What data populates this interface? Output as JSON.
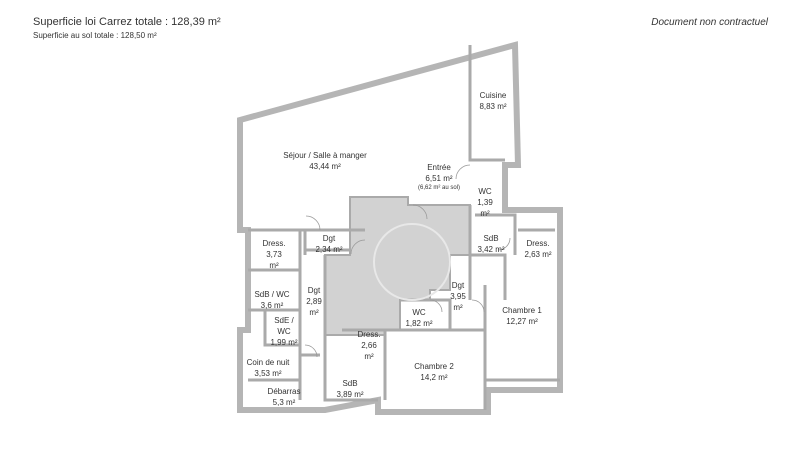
{
  "header": {
    "carrez": "Superficie loi Carrez totale : 128,39 m²",
    "sol": "Superficie au sol totale : 128,50 m²",
    "note": "Document non contractuel"
  },
  "rooms": [
    {
      "name": "Séjour / Salle à manger",
      "area": "43,44 m²"
    },
    {
      "name": "Cuisine",
      "area": "8,83 m²"
    },
    {
      "name": "Entrée",
      "area": "6,51 m²",
      "extra": "(6,62 m² au sol)"
    },
    {
      "name": "WC",
      "area": "1,39",
      "unit": "m²"
    },
    {
      "name": "Dgt",
      "area": "2,34 m²"
    },
    {
      "name": "Dress.",
      "area": "3,73",
      "unit": "m²"
    },
    {
      "name": "SdB",
      "area": "3,42 m²"
    },
    {
      "name": "Dress.",
      "area": "2,63 m²"
    },
    {
      "name": "SdB / WC",
      "area": "3,6 m²"
    },
    {
      "name": "Dgt",
      "area": "2,89",
      "unit": "m²"
    },
    {
      "name": "Dgt",
      "area": "3,95",
      "unit": "m²"
    },
    {
      "name": "Chambre 1",
      "area": "12,27 m²"
    },
    {
      "name": "WC",
      "area": "1,82 m²"
    },
    {
      "name": "SdE /",
      "area": "WC",
      "unit": "1,99 m²"
    },
    {
      "name": "Dress.",
      "area": "2,66",
      "unit": "m²"
    },
    {
      "name": "Coin de nuit",
      "area": "3,53 m²"
    },
    {
      "name": "Chambre 2",
      "area": "14,2 m²"
    },
    {
      "name": "SdB",
      "area": "3,89 m²"
    },
    {
      "name": "Débarras",
      "area": "5,3 m²"
    }
  ]
}
